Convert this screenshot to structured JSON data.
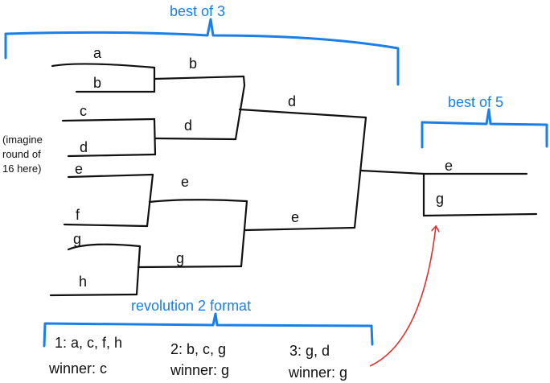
{
  "colors": {
    "ink": "#111111",
    "accent": "#1a7fe8",
    "arrow": "#e03030"
  },
  "headers": {
    "best_of_3": "best of 3",
    "best_of_5": "best of 5",
    "revolution": "revolution 2 format"
  },
  "note": [
    "(imagine",
    "round of",
    "16 here)"
  ],
  "round1": [
    "a",
    "b",
    "c",
    "d",
    "e",
    "f",
    "g",
    "h"
  ],
  "round2": [
    "b",
    "d",
    "e",
    "g"
  ],
  "semis": [
    "d",
    "e"
  ],
  "final": [
    "e",
    "g"
  ],
  "format": [
    {
      "games": "1: a, c, f, h",
      "winner": "winner: c"
    },
    {
      "games": "2: b, c, g",
      "winner": "winner: g"
    },
    {
      "games": "3: g, d",
      "winner": "winner: g"
    }
  ]
}
